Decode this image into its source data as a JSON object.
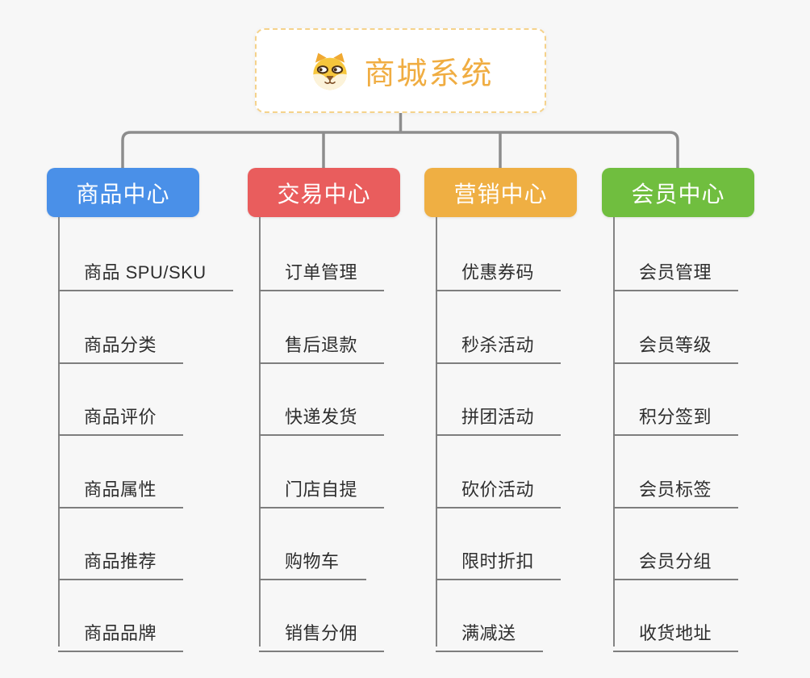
{
  "page": {
    "background": "#F7F7F7"
  },
  "root": {
    "title": "商城系统",
    "icon": "dog-face-icon",
    "text_color": "#F0AD42",
    "border_color": "#F5D28B",
    "background": "#FFFFFF"
  },
  "connector": {
    "color": "#8D8D8D"
  },
  "branches": [
    {
      "label": "商品中心",
      "color": "#4A90E8",
      "items": [
        "商品 SPU/SKU",
        "商品分类",
        "商品评价",
        "商品属性",
        "商品推荐",
        "商品品牌"
      ]
    },
    {
      "label": "交易中心",
      "color": "#E95D5D",
      "items": [
        "订单管理",
        "售后退款",
        "快递发货",
        "门店自提",
        "购物车",
        "销售分佣"
      ]
    },
    {
      "label": "营销中心",
      "color": "#EFAF43",
      "items": [
        "优惠券码",
        "秒杀活动",
        "拼团活动",
        "砍价活动",
        "限时折扣",
        "满减送"
      ]
    },
    {
      "label": "会员中心",
      "color": "#70BE3F",
      "items": [
        "会员管理",
        "会员等级",
        "积分签到",
        "会员标签",
        "会员分组",
        "收货地址"
      ]
    }
  ]
}
